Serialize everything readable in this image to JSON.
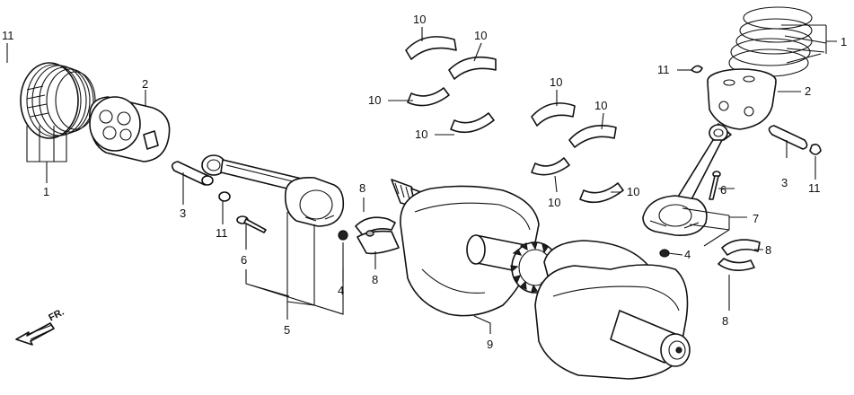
{
  "callouts": {
    "piston_rings": "1",
    "piston": "2",
    "piston_pin": "3",
    "nut": "4",
    "connecting_rod": "5",
    "rod_bolt": "6",
    "connecting_rod_assy": "7",
    "rod_bearing": "8",
    "crankshaft": "9",
    "main_bearing": "10",
    "pin_clip": "11"
  },
  "front_indicator": "FR.",
  "colors": {
    "line": "#111111",
    "background": "#ffffff"
  }
}
